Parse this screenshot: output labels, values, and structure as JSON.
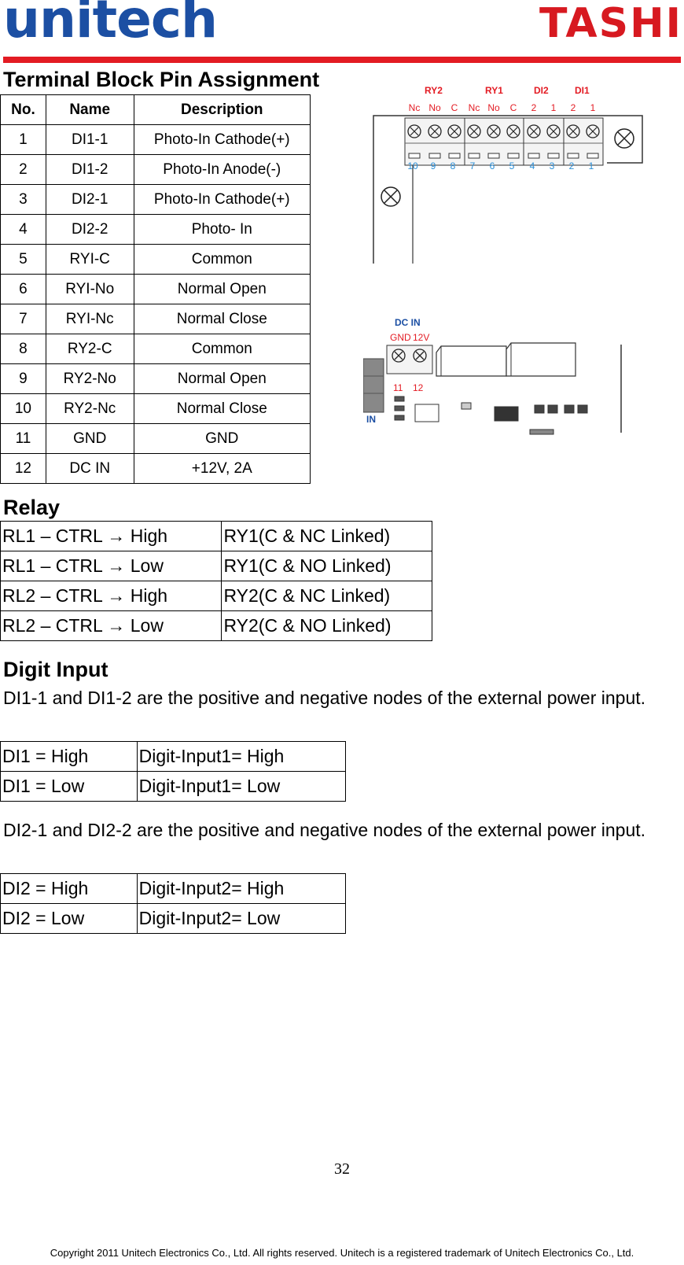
{
  "header": {
    "logo_left": "unitech",
    "logo_right": "TASHI",
    "colors": {
      "unitech_blue": "#1c4fa3",
      "tashi_red": "#d71920",
      "rule_red": "#e31b23"
    }
  },
  "section_pin": {
    "title": "Terminal Block Pin Assignment",
    "columns": [
      "No.",
      "Name",
      "Description"
    ],
    "rows": [
      [
        "1",
        "DI1-1",
        "Photo-In Cathode(+)"
      ],
      [
        "2",
        "DI1-2",
        "Photo-In Anode(-)"
      ],
      [
        "3",
        "DI2-1",
        "Photo-In Cathode(+)"
      ],
      [
        "4",
        "DI2-2",
        "Photo- In"
      ],
      [
        "5",
        "RYI-C",
        "Common"
      ],
      [
        "6",
        "RYI-No",
        "Normal Open"
      ],
      [
        "7",
        "RYI-Nc",
        "Normal Close"
      ],
      [
        "8",
        "RY2-C",
        "Common"
      ],
      [
        "9",
        "RY2-No",
        "Normal Open"
      ],
      [
        "10",
        "RY2-Nc",
        "Normal Close"
      ],
      [
        "11",
        "GND",
        "GND"
      ],
      [
        "12",
        "DC IN",
        "+12V, 2A"
      ]
    ]
  },
  "diagram_top": {
    "group_labels": [
      "RY2",
      "RY1",
      "DI2",
      "DI1"
    ],
    "pin_labels": [
      "Nc",
      "No",
      "C",
      "Nc",
      "No",
      "C",
      "2",
      "1",
      "2",
      "1"
    ],
    "pin_numbers": [
      "10",
      "9",
      "8",
      "7",
      "6",
      "5",
      "4",
      "3",
      "2",
      "1"
    ]
  },
  "diagram_bottom": {
    "title": "DC IN",
    "labels": [
      "GND",
      "12V"
    ],
    "pin_numbers": [
      "11",
      "12"
    ],
    "edge_label": "IN"
  },
  "section_relay": {
    "title": "Relay",
    "rows": [
      [
        "RL1 – CTRL → High",
        "RY1(C & NC Linked)"
      ],
      [
        "RL1 – CTRL → Low",
        "RY1(C & NO Linked)"
      ],
      [
        "RL2 – CTRL → High",
        "RY2(C & NC Linked)"
      ],
      [
        "RL2 – CTRL → Low",
        "RY2(C & NO Linked)"
      ]
    ]
  },
  "section_digit": {
    "title": "Digit Input",
    "para1": "DI1-1 and DI1-2 are the positive and negative nodes of the external power input.",
    "table1": [
      [
        "DI1 = High",
        "Digit-Input1= High"
      ],
      [
        "DI1 = Low",
        "Digit-Input1= Low"
      ]
    ],
    "para2": "DI2-1 and DI2-2 are the positive and negative nodes of the external power input.",
    "table2": [
      [
        "DI2 = High",
        "Digit-Input2= High"
      ],
      [
        "DI2 = Low",
        "Digit-Input2= Low"
      ]
    ]
  },
  "page_number": "32",
  "footer": "Copyright 2011 Unitech Electronics Co., Ltd. All rights reserved. Unitech is a registered trademark of Unitech Electronics Co., Ltd."
}
